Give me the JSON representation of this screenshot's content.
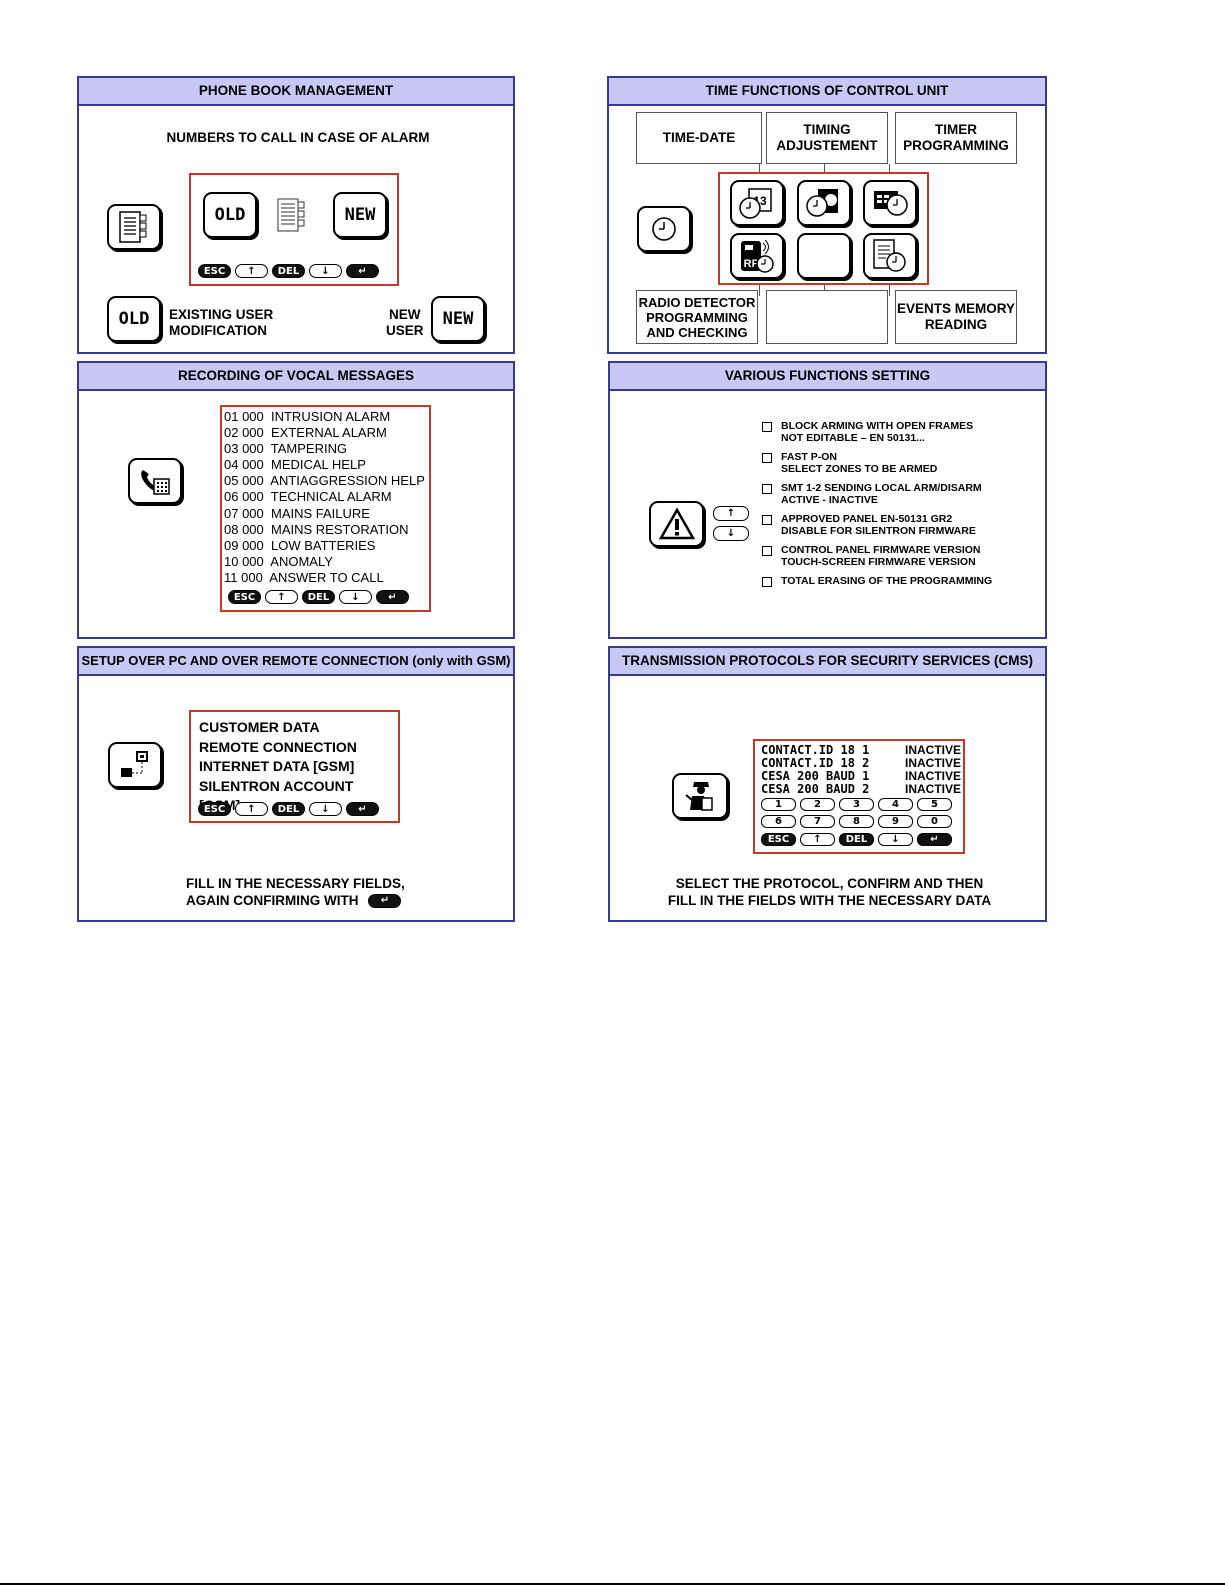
{
  "phonebook": {
    "title": "PHONE BOOK MANAGEMENT",
    "subtitle": "NUMBERS TO CALL IN CASE OF ALARM",
    "old_label": "OLD",
    "new_label": "NEW",
    "keys": [
      "ESC",
      "↑",
      "DEL",
      "↓",
      "↵"
    ],
    "existing_line1": "EXISTING USER",
    "existing_line2": "MODIFICATION",
    "new_line1": "NEW",
    "new_line2": "USER"
  },
  "timefunctions": {
    "title": "TIME FUNCTIONS OF CONTROL UNIT",
    "time_date": "TIME-DATE",
    "timing_line1": "TIMING",
    "timing_line2": "ADJUSTEMENT",
    "timer_line1": "TIMER",
    "timer_line2": "PROGRAMMING",
    "radio_line1": "RADIO DETECTOR",
    "radio_line2": "PROGRAMMING",
    "radio_line3": "AND CHECKING",
    "events_line1": "EVENTS MEMORY",
    "events_line2": "READING",
    "calendar_number": "13",
    "rf_label": "RF"
  },
  "vocal": {
    "title": "RECORDING OF VOCAL MESSAGES",
    "items": [
      "01 000  INTRUSION ALARM",
      "02 000  EXTERNAL ALARM",
      "03 000  TAMPERING",
      "04 000  MEDICAL HELP",
      "05 000  ANTIAGGRESSION HELP",
      "06 000  TECHNICAL ALARM",
      "07 000  MAINS FAILURE",
      "08 000  MAINS RESTORATION",
      "09 000  LOW BATTERIES",
      "10 000  ANOMALY",
      "11 000  ANSWER TO CALL"
    ],
    "keys": [
      "ESC",
      "↑",
      "DEL",
      "↓",
      "↵"
    ]
  },
  "various": {
    "title": "VARIOUS FUNCTIONS SETTING",
    "items": [
      {
        "line1": "BLOCK ARMING WITH OPEN FRAMES",
        "line2": "NOT EDITABLE – EN 50131..."
      },
      {
        "line1": "FAST P-ON",
        "line2": "SELECT ZONES TO BE ARMED"
      },
      {
        "line1": "SMT 1-2 SENDING LOCAL ARM/DISARM",
        "line2": "ACTIVE - INACTIVE"
      },
      {
        "line1": "APPROVED PANEL EN-50131 GR2",
        "line2": "DISABLE FOR SILENTRON FIRMWARE"
      },
      {
        "line1": "CONTROL PANEL FIRMWARE VERSION",
        "line2": "TOUCH-SCREEN FIRMWARE VERSION"
      },
      {
        "line1": "TOTAL ERASING OF THE PROGRAMMING",
        "line2": ""
      }
    ],
    "up": "↑",
    "down": "↓"
  },
  "setup": {
    "title": "SETUP OVER PC AND OVER REMOTE CONNECTION (only with GSM)",
    "items": [
      "CUSTOMER DATA",
      "REMOTE CONNECTION",
      "INTERNET DATA [GSM]",
      "SILENTRON ACCOUNT [GSM]"
    ],
    "keys": [
      "ESC",
      "↑",
      "DEL",
      "↓",
      "↵"
    ],
    "footer_line1": "FILL IN THE NECESSARY FIELDS,",
    "footer_line2": "AGAIN CONFIRMING WITH",
    "enter_key": "↵"
  },
  "transmission": {
    "title": "TRANSMISSION PROTOCOLS FOR SECURITY SERVICES (CMS)",
    "rows": [
      {
        "name": "CONTACT.ID 18 1",
        "status": "INACTIVE"
      },
      {
        "name": "CONTACT.ID 18 2",
        "status": "INACTIVE"
      },
      {
        "name": "CESA 200 BAUD 1",
        "status": "INACTIVE"
      },
      {
        "name": "CESA 200 BAUD 2",
        "status": "INACTIVE"
      }
    ],
    "digits_row1": [
      "1",
      "2",
      "3",
      "4",
      "5"
    ],
    "digits_row2": [
      "6",
      "7",
      "8",
      "9",
      "0"
    ],
    "keys": [
      "ESC",
      "↑",
      "DEL",
      "↓",
      "↵"
    ],
    "footer_line1": "SELECT THE PROTOCOL, CONFIRM AND THEN",
    "footer_line2": "FILL IN THE FIELDS WITH THE NECESSARY DATA"
  }
}
